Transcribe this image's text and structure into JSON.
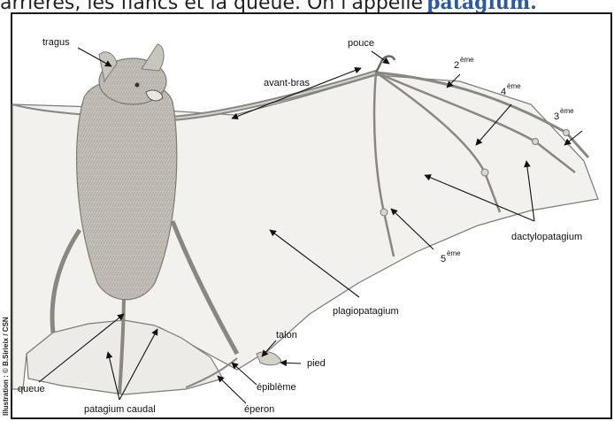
{
  "header": {
    "text_before": "arrières, les flancs et la queue. On l'appelle",
    "highlight": "patagium."
  },
  "colors": {
    "accent": "#2b5aa5",
    "frame": "#1a1a1a",
    "membrane": "#f2f1ee",
    "fur": "#bdb9b2",
    "bone": "#8a8780"
  },
  "credit": "Illustration : © B.Sirieix / CSN",
  "labels": {
    "tragus": "tragus",
    "pouce": "pouce",
    "avant_bras": "avant-bras",
    "d2_num": "2",
    "d2_sup": "ème",
    "d4_num": "4",
    "d4_sup": "ème",
    "d3_num": "3",
    "d3_sup": "ème",
    "dactylopatagium": "dactylopatagium",
    "d5_num": "5",
    "d5_sup": "ème",
    "plagiopatagium": "plagiopatagium",
    "talon": "talon",
    "pied": "pied",
    "epibleme": "épiblème",
    "eperon": "éperon",
    "queue": "queue",
    "patagium_caudal": "patagium caudal"
  }
}
